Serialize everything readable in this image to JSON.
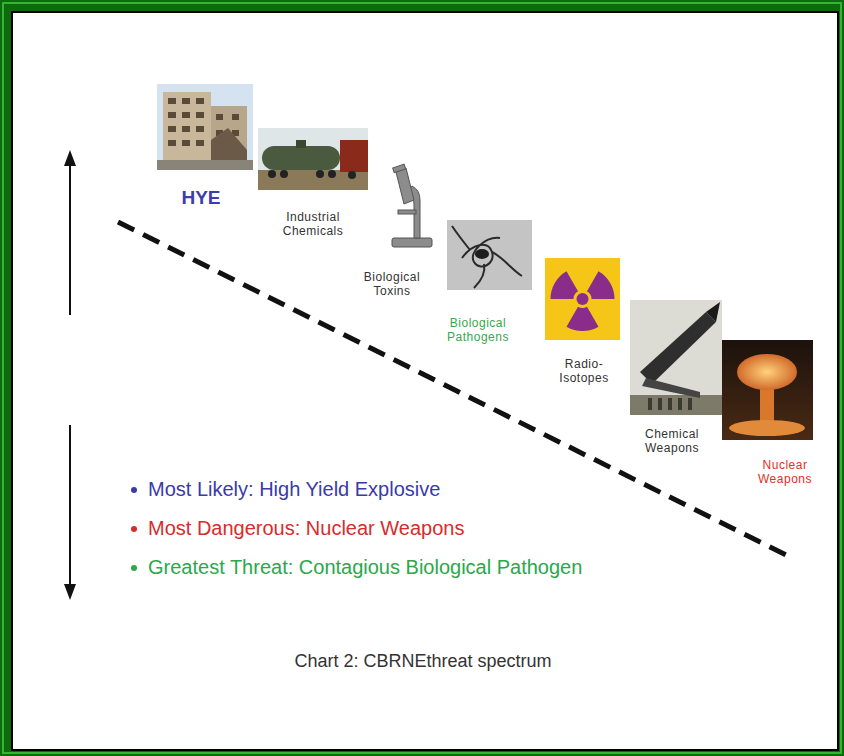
{
  "diagram": {
    "caption": "Chart 2: CBRNEthreat spectrum",
    "labels": [
      "HYE",
      "Industrial Chemicals",
      "Biological Toxins",
      "Biological Pathogens",
      "Radio- Isotopes",
      "Chemical Weapons",
      "Nuclear Weapons",
      "Most Likely: High Yield Explosive",
      "Most Dangerous: Nuclear Weapons",
      "Greatest Threat: Contagious Biological Pathogen"
    ]
  }
}
